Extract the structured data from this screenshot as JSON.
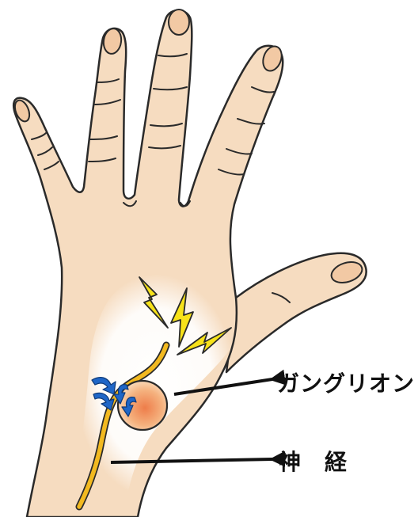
{
  "labels": {
    "ganglion": "ガングリオン",
    "nerve": "神　経"
  },
  "icons": [
    "hand-palm-illustration",
    "pain-lightning-icon",
    "compression-arrow-icon",
    "ganglion-cyst",
    "nerve-line"
  ],
  "colors": {
    "skin": "#f6dcc0",
    "outline": "#2a2a2a",
    "highlight": "#ffffff",
    "lightning": "#f7e21a",
    "nerve": "#f2b920",
    "cyst": "#f2a06a",
    "compression_arrow": "#1f66c7",
    "label_text": "#111111"
  }
}
